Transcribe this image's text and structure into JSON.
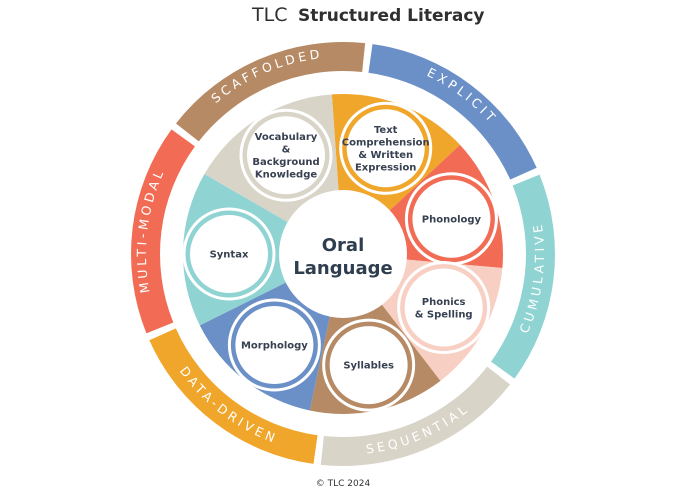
{
  "header": {
    "logo": "TLC",
    "title": "Structured Literacy"
  },
  "outer_ring": [
    {
      "label": "EXPLICIT",
      "color": "#6b90c7"
    },
    {
      "label": "CUMULATIVE",
      "color": "#8fd3d3"
    },
    {
      "label": "SEQUENTIAL",
      "color": "#d9d4c8"
    },
    {
      "label": "DATA-DRIVEN",
      "color": "#f0a62b"
    },
    {
      "label": "MULTI-MODAL",
      "color": "#f26c55"
    },
    {
      "label": "SCAFFOLDED",
      "color": "#b58a64"
    }
  ],
  "center": {
    "line1": "Oral",
    "line2": "Language"
  },
  "components": [
    {
      "lines": [
        "Text",
        "Comprehension",
        "& Written",
        "Expression"
      ],
      "color": "#f0a62b"
    },
    {
      "lines": [
        "Phonology"
      ],
      "color": "#f26c55"
    },
    {
      "lines": [
        "Phonics",
        "& Spelling"
      ],
      "color": "#f8cfc3"
    },
    {
      "lines": [
        "Syllables"
      ],
      "color": "#b58a64"
    },
    {
      "lines": [
        "Morphology"
      ],
      "color": "#6b90c7"
    },
    {
      "lines": [
        "Syntax"
      ],
      "color": "#8fd3d3"
    },
    {
      "lines": [
        "Vocabulary",
        "&",
        "Background",
        "Knowledge"
      ],
      "color": "#d9d4c8"
    }
  ],
  "footer": "© TLC 2024"
}
